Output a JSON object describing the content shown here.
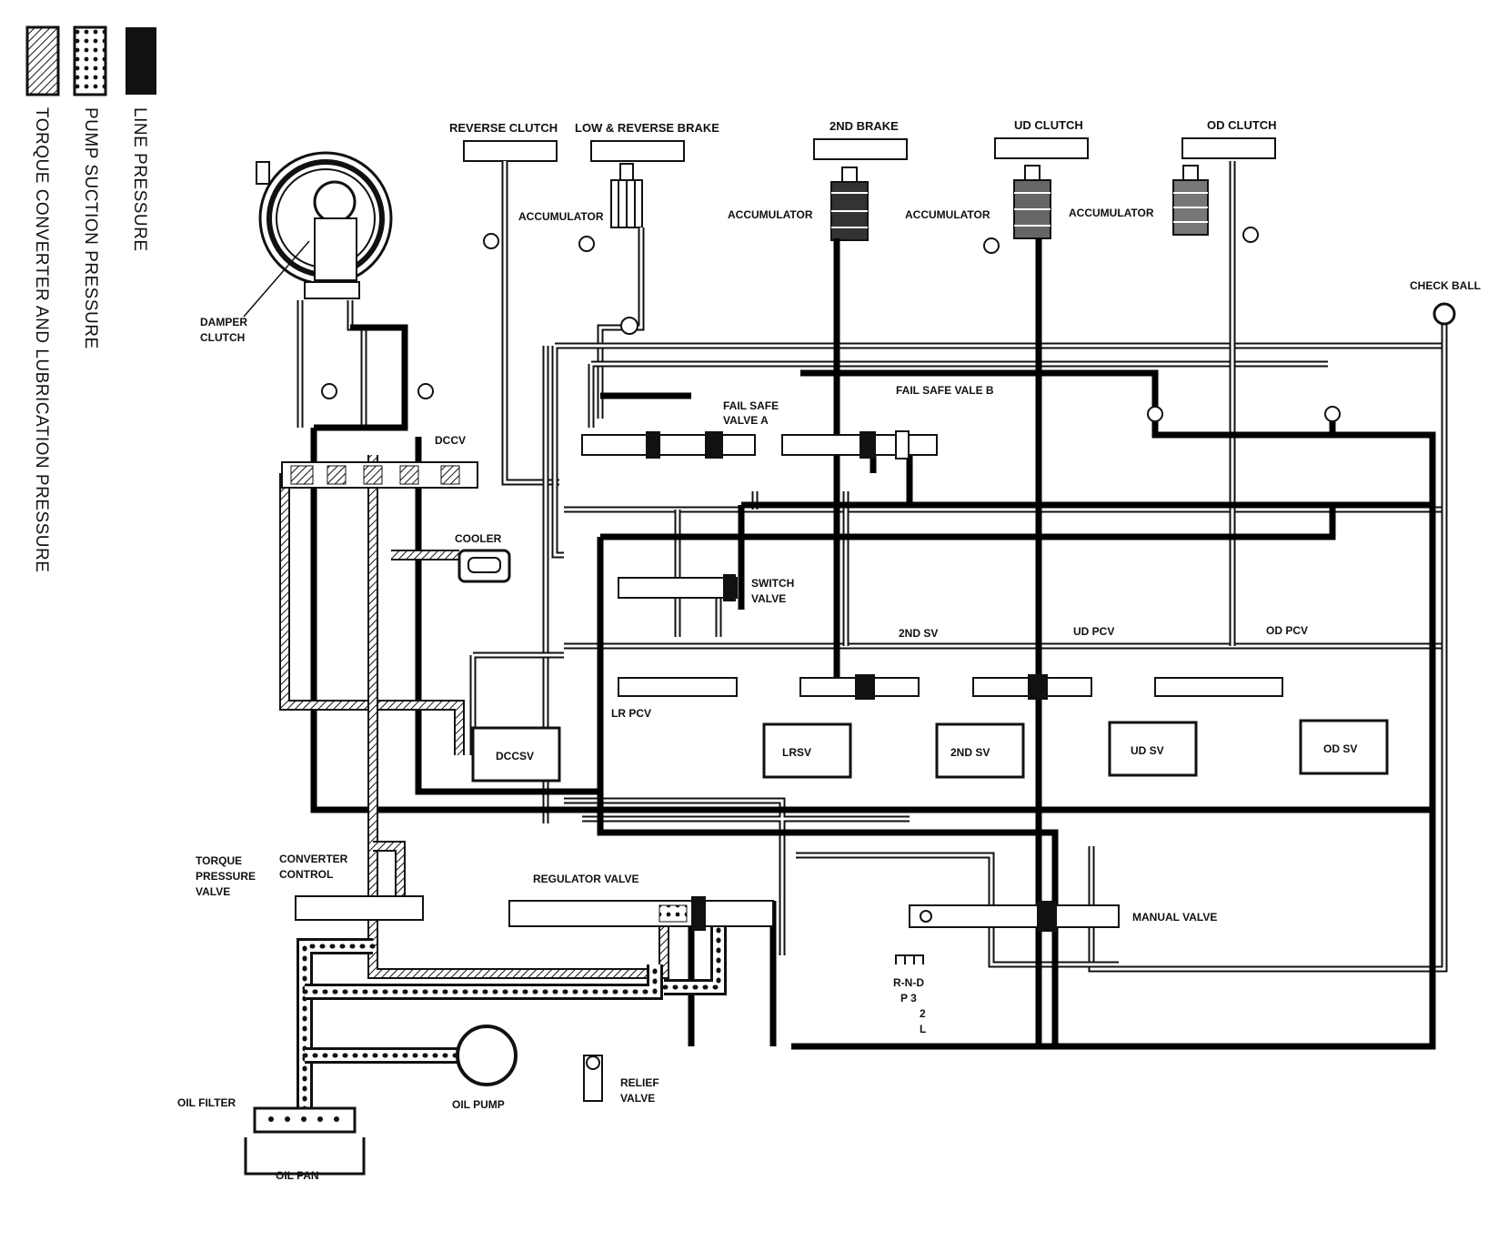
{
  "legend": [
    {
      "label": "LINE PRESSURE",
      "pattern": "solid"
    },
    {
      "label": "PUMP SUCTION PRESSURE",
      "pattern": "dotted"
    },
    {
      "label": "TORQUE  CONVERTER AND LUBRICATION PRESSURE",
      "pattern": "hatched"
    }
  ],
  "components": {
    "reverse_clutch": "REVERSE CLUTCH",
    "low_reverse_brake": "LOW & REVERSE BRAKE",
    "second_brake": "2ND BRAKE",
    "ud_clutch": "UD CLUTCH",
    "od_clutch": "OD CLUTCH",
    "accumulator": "ACCUMULATOR",
    "check_ball": "CHECK BALL",
    "damper_clutch": [
      "DAMPER",
      "CLUTCH"
    ],
    "fail_safe_valve_a": [
      "FAIL SAFE",
      "VALVE A"
    ],
    "fail_safe_valve_b": "FAIL SAFE VALE B",
    "dccv": "DCCV",
    "cooler": "COOLER",
    "switch_valve": [
      "SWITCH",
      "VALVE"
    ],
    "second_sv_top": "2ND SV",
    "ud_pcv": "UD PCV",
    "od_pcv": "OD PCV",
    "lr_pcv": "LR PCV",
    "dccsv": "DCCSV",
    "lrsv": "LRSV",
    "second_sv": "2ND SV",
    "ud_sv": "UD SV",
    "od_sv": "OD SV",
    "torque_pressure_valve": [
      "TORQUE",
      "PRESSURE",
      "VALVE"
    ],
    "converter_control": [
      "CONVERTER",
      "CONTROL"
    ],
    "regulator_valve": "REGULATOR VALVE",
    "manual_valve": "MANUAL VALVE",
    "relief_valve": [
      "RELIEF",
      "VALVE"
    ],
    "oil_pump": "OIL PUMP",
    "oil_filter": "OIL FILTER",
    "oil_pan": "OIL PAN"
  },
  "shift_positions": [
    "R-N-D",
    "P  3",
    "2",
    "L"
  ]
}
